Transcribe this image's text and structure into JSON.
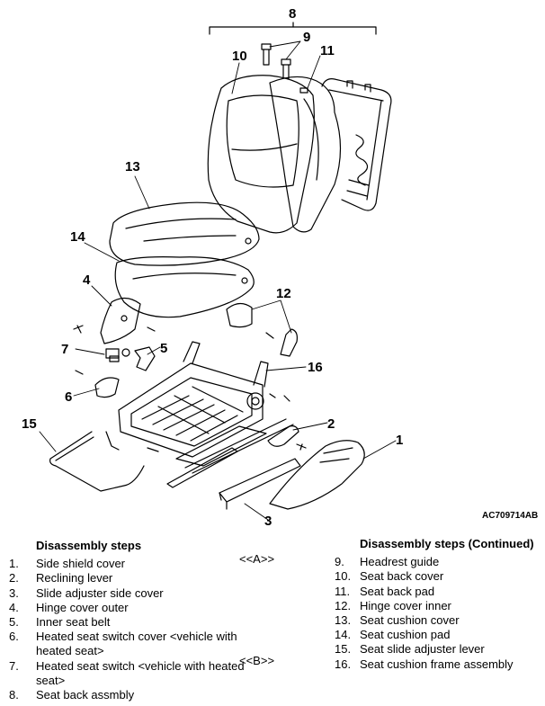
{
  "figure": {
    "code": "AC709714AB",
    "callouts": [
      "8",
      "9",
      "10",
      "11",
      "12",
      "13",
      "14",
      "4",
      "7",
      "5",
      "6",
      "16",
      "2",
      "1",
      "15",
      "3"
    ]
  },
  "steps_left": {
    "heading": "Disassembly steps",
    "items": [
      {
        "num": "1.",
        "text": "Side shield cover"
      },
      {
        "num": "2.",
        "text": "Reclining lever"
      },
      {
        "num": "3.",
        "text": "Slide adjuster side cover"
      },
      {
        "num": "4.",
        "text": "Hinge cover outer"
      },
      {
        "num": "5.",
        "text": "Inner seat belt"
      },
      {
        "num": "6.",
        "text": "Heated seat switch cover <vehicle with heated seat>"
      },
      {
        "num": "7.",
        "text": "Heated seat switch <vehicle with heated seat>"
      },
      {
        "num": "8.",
        "text": "Seat back assmbly"
      }
    ]
  },
  "steps_right": {
    "heading": "Disassembly steps (Continued)",
    "items": [
      {
        "num": "9.",
        "text": "Headrest guide"
      },
      {
        "num": "10.",
        "text": "Seat back cover"
      },
      {
        "num": "11.",
        "text": "Seat back pad"
      },
      {
        "num": "12.",
        "text": "Hinge cover inner"
      },
      {
        "num": "13.",
        "text": "Seat cushion cover"
      },
      {
        "num": "14.",
        "text": "Seat cushion pad"
      },
      {
        "num": "15.",
        "text": "Seat slide adjuster lever"
      },
      {
        "num": "16.",
        "text": "Seat cushion frame assembly"
      }
    ]
  },
  "refs": {
    "a": "<<A>>",
    "b": "<<B>>"
  }
}
